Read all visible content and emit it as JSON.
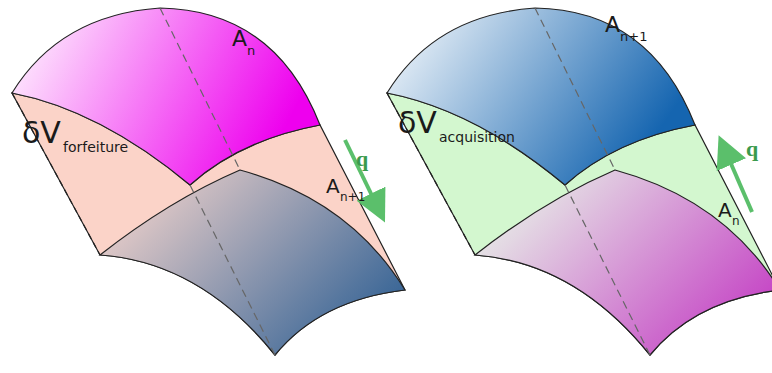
{
  "diagram": {
    "labels": [
      "A",
      "n",
      "δV",
      "forfeiture",
      "A",
      "n+1",
      "q",
      "A",
      "n+1",
      "δV",
      "acquisition",
      "A",
      "n",
      "q"
    ]
  }
}
